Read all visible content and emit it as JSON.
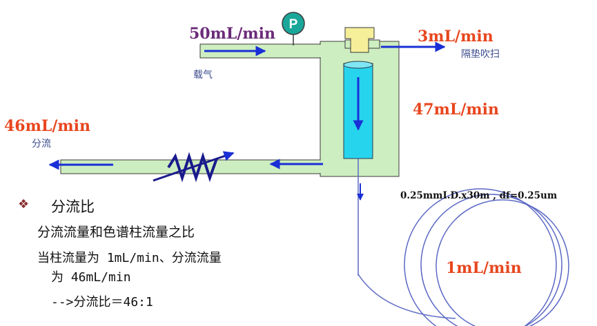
{
  "diagram": {
    "flows": {
      "carrier_in": "50mL/min",
      "septum_purge": "3mL/min",
      "split_out": "46mL/min",
      "column_top": "47mL/min",
      "column_flow": "1mL/min"
    },
    "labels": {
      "carrier": "载气",
      "septum": "隔垫吹扫",
      "split": "分流",
      "gauge": "P",
      "column_spec": "0.25mmI.D.x30m , df=0.25um"
    },
    "colors": {
      "tube_fill": "#cdeec0",
      "tube_stroke": "#3a3a3a",
      "arrow": "#1a2fd6",
      "column_fill": "#27d4ee",
      "septum_fill": "#f6ef9a",
      "gauge_fill": "#1aa79a",
      "valve": "#1a1a8c"
    }
  },
  "notes": {
    "bullet_icon": "diamond-bullet-icon",
    "heading": "分流比",
    "line1": "分流流量和色谱柱流量之比",
    "line2a": "当柱流量为 1mL/min、分流流量",
    "line2b": "为 46mL/min",
    "line3": "-->分流比＝46:1"
  }
}
